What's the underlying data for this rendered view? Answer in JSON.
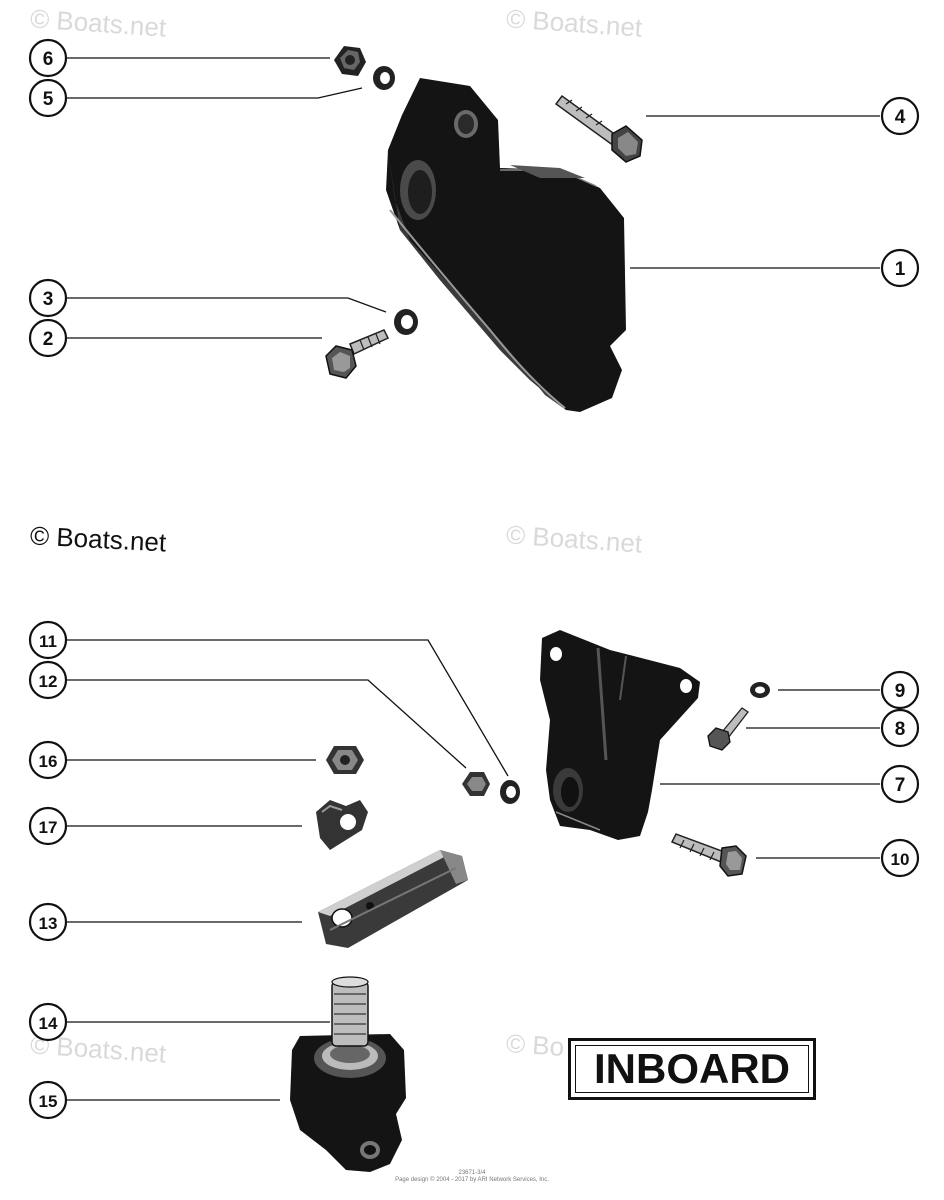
{
  "watermarks": [
    "© Boats.net",
    "© Boats.net",
    "© Boats.net",
    "© Boats.net",
    "© Bo",
    "© Boats.net"
  ],
  "copyright": "© Boats.net",
  "inboard_label": "INBOARD",
  "footer": {
    "line1": "23671-3/4",
    "line2": "Page design © 2004 - 2017 by ARI Network Services, Inc."
  },
  "callouts": [
    "1",
    "2",
    "3",
    "4",
    "5",
    "6",
    "7",
    "8",
    "9",
    "10",
    "11",
    "12",
    "13",
    "14",
    "15",
    "16",
    "17"
  ],
  "colors": {
    "ink": "#111111",
    "watermark": "#d9d9d9",
    "part_fill": "#141414"
  }
}
